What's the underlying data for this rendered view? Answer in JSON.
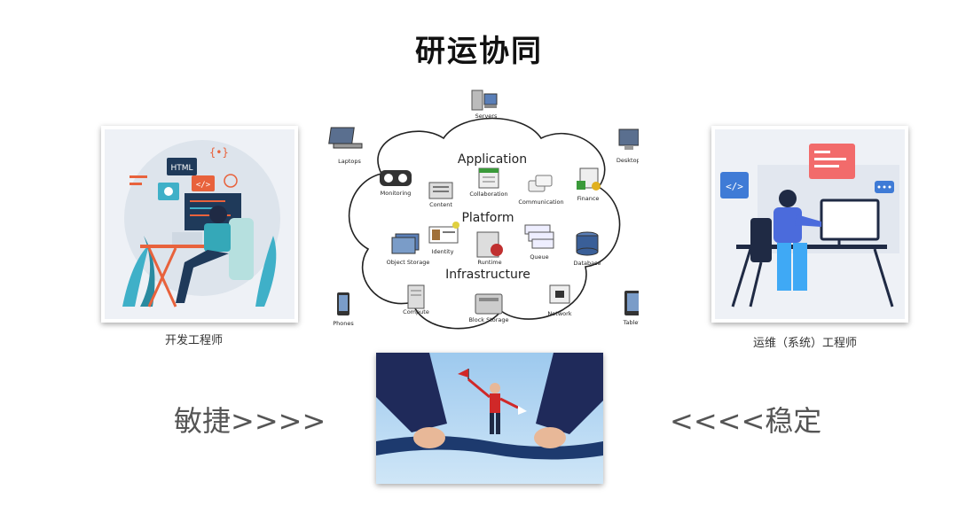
{
  "title": "研运协同",
  "left_card": {
    "caption": "开发工程师",
    "html_tag": "HTML",
    "code_tag": "</>",
    "brace_tag": "{•}"
  },
  "right_card": {
    "caption": "运维（系统）工程师",
    "code_tag": "</>"
  },
  "agile_label": "敏捷>>>>",
  "stable_label": "<<<<稳定",
  "diagram": {
    "layers": {
      "application": "Application",
      "platform": "Platform",
      "infrastructure": "Infrastructure"
    },
    "devices": {
      "servers": "Servers",
      "laptops": "Laptops",
      "desktops": "Desktops",
      "phones": "Phones",
      "tablets": "Tablets"
    },
    "application_items": {
      "monitoring": "Monitoring",
      "content": "Content",
      "collaboration": "Collaboration",
      "communication": "Communication",
      "finance": "Finance"
    },
    "platform_items": {
      "object_storage": "Object Storage",
      "identity": "Identity",
      "runtime": "Runtime",
      "queue": "Queue",
      "database": "Database"
    },
    "infrastructure_items": {
      "compute": "Compute",
      "block_storage": "Block Storage",
      "network": "Network"
    }
  }
}
